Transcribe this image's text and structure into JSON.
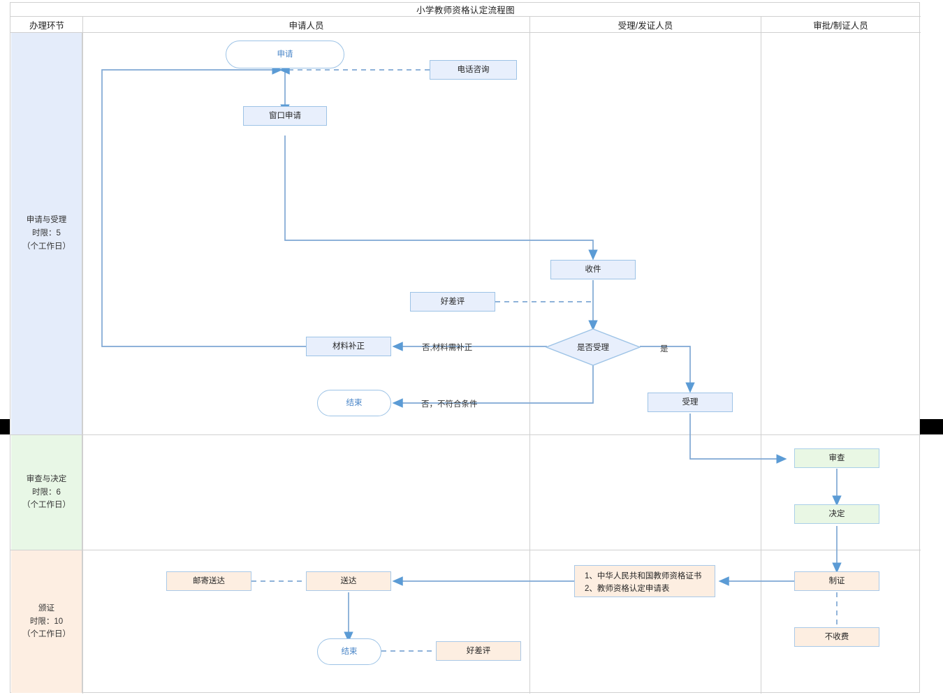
{
  "title": "小学教师资格认定流程图",
  "columns": [
    {
      "id": "phase",
      "label": "办理环节"
    },
    {
      "id": "applicant",
      "label": "申请人员"
    },
    {
      "id": "acceptor",
      "label": "受理/发证人员"
    },
    {
      "id": "approver",
      "label": "审批/制证人员"
    }
  ],
  "phases": [
    {
      "id": "phase-apply",
      "name": "申请与受理",
      "limit": "时限：5",
      "unit": "（个工作日）",
      "color": "#e4ecfa"
    },
    {
      "id": "phase-review",
      "name": "审查与决定",
      "limit": "时限：6",
      "unit": "（个工作日）",
      "color": "#e8f7e6"
    },
    {
      "id": "phase-issue",
      "name": "颁证",
      "limit": "时限：10",
      "unit": "（个工作日）",
      "color": "#fdeee2"
    }
  ],
  "nodes": {
    "start_apply": {
      "label": "申请",
      "shape": "terminator",
      "color": "blue"
    },
    "phone_consult": {
      "label": "电话咨询",
      "shape": "box",
      "color": "blue"
    },
    "window_apply": {
      "label": "窗口申请",
      "shape": "box",
      "color": "blue"
    },
    "receive": {
      "label": "收件",
      "shape": "box",
      "color": "blue"
    },
    "rating_top": {
      "label": "好差评",
      "shape": "box",
      "color": "blue"
    },
    "decision_accept": {
      "label": "是否受理",
      "shape": "diamond",
      "color": "blue"
    },
    "material_fix": {
      "label": "材料补正",
      "shape": "box",
      "color": "blue"
    },
    "end_reject": {
      "label": "结束",
      "shape": "terminator",
      "color": "blue"
    },
    "accept": {
      "label": "受理",
      "shape": "box",
      "color": "blue"
    },
    "examine": {
      "label": "审查",
      "shape": "box",
      "color": "green"
    },
    "decide": {
      "label": "决定",
      "shape": "box",
      "color": "green"
    },
    "make_cert": {
      "label": "制证",
      "shape": "box",
      "color": "orange"
    },
    "no_fee": {
      "label": "不收费",
      "shape": "box",
      "color": "orange"
    },
    "deliver": {
      "label": "送达",
      "shape": "box",
      "color": "orange"
    },
    "mail_deliver": {
      "label": "邮寄送达",
      "shape": "box",
      "color": "orange"
    },
    "end_done": {
      "label": "结束",
      "shape": "terminator",
      "color": "orange"
    },
    "rating_bottom": {
      "label": "好差评",
      "shape": "box",
      "color": "orange"
    },
    "doc_list": {
      "shape": "list",
      "color": "orange",
      "items": [
        "1、中华人民共和国教师资格证书",
        "2、教师资格认定申请表"
      ]
    }
  },
  "edge_labels": {
    "no_need_fix": "否,材料需补正",
    "yes": "是",
    "no_conditions": "否，不符合条件"
  },
  "colors": {
    "flow_line": "#7fa8d4",
    "box_blue_fill": "#e8effc",
    "box_blue_border": "#9dc3e6",
    "box_green_fill": "#e9f7e4",
    "box_orange_fill": "#fdeee1",
    "terminator_text": "#4a86c8",
    "grid": "#d0d0d0"
  }
}
